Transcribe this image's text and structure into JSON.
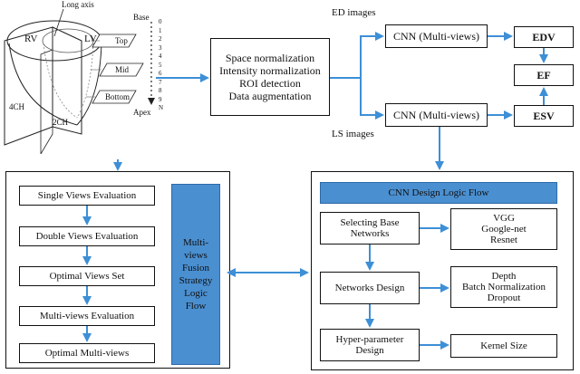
{
  "heart": {
    "long_axis": "Long axis",
    "rv": "RV",
    "lv": "LV",
    "base": "Base",
    "top": "Top",
    "mid": "Mid",
    "bottom": "Bottom",
    "apex": "Apex",
    "ch4": "4CH",
    "ch2": "2CH",
    "scale": [
      "0",
      "1",
      "2",
      "3",
      "4",
      "5",
      "6",
      "7",
      "8",
      "9",
      "N"
    ]
  },
  "preprocess": {
    "line1": "Space normalization",
    "line2": "Intensity normalization",
    "line3": "ROI detection",
    "line4": "Data augmentation"
  },
  "ed_label": "ED images",
  "ls_label": "LS  images",
  "cnn_top": "CNN (Multi-views)",
  "cnn_bottom": "CNN (Multi-views)",
  "edv": "EDV",
  "ef": "EF",
  "esv": "ESV",
  "left_panel": {
    "steps": [
      "Single Views Evaluation",
      "Double Views Evaluation",
      "Optimal Views Set",
      "Multi-views Evaluation",
      "Optimal Multi-views"
    ],
    "fusion_label": [
      "Multi-",
      "views",
      "Fusion",
      "Strategy",
      "Logic",
      "Flow"
    ]
  },
  "right_panel": {
    "header": "CNN Design Logic Flow",
    "left_boxes": [
      [
        "Selecting Base",
        "Networks"
      ],
      [
        "Networks Design"
      ],
      [
        "Hyper-parameter",
        "Design"
      ]
    ],
    "right_boxes": [
      [
        "VGG",
        "Google-net",
        "Resnet"
      ],
      [
        "Depth",
        "Batch Normalization",
        "Dropout"
      ],
      [
        "Kernel Size"
      ]
    ]
  },
  "colors": {
    "arrow": "#3d8fd6",
    "accent": "#4a8fd0"
  }
}
